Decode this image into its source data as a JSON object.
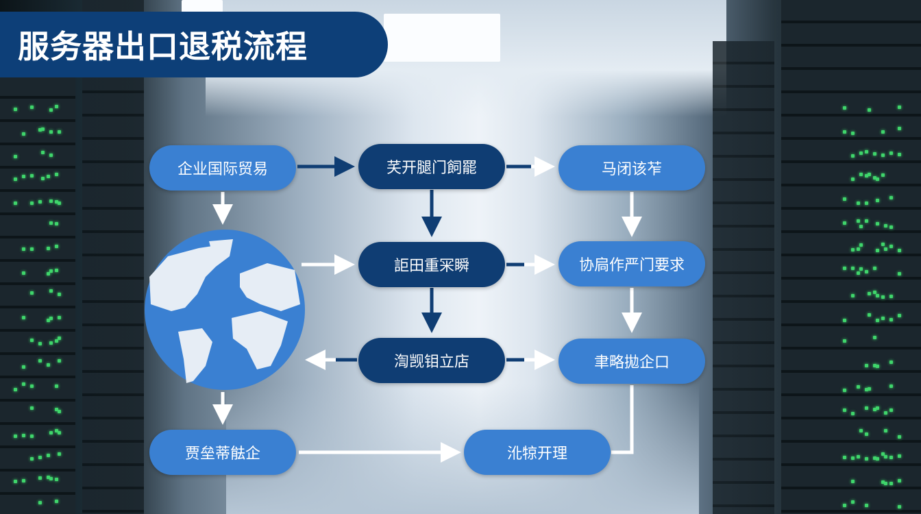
{
  "title": "服务器出口退税流程",
  "colors": {
    "banner": "#0d3f78",
    "node_light": "#3a80d2",
    "node_dark": "#0f3d73",
    "arrow_dark": "#0f3d73",
    "arrow_light": "#ffffff",
    "globe_ocean": "#3a80d2",
    "globe_land": "#e6edf5"
  },
  "globe_icon": "globe-icon",
  "nodes": [
    {
      "label": "企业国际贸易"
    },
    {
      "label": "芺开腿门飼罷"
    },
    {
      "label": "马闭该苲"
    },
    {
      "label": "詎田重冞瞬"
    },
    {
      "label": "协扃作严门要求"
    },
    {
      "label": "渹觊钼立店"
    },
    {
      "label": "聿略拋企口"
    },
    {
      "label": "贾垒蒂䏻企"
    },
    {
      "label": "沎㹁开理"
    }
  ]
}
